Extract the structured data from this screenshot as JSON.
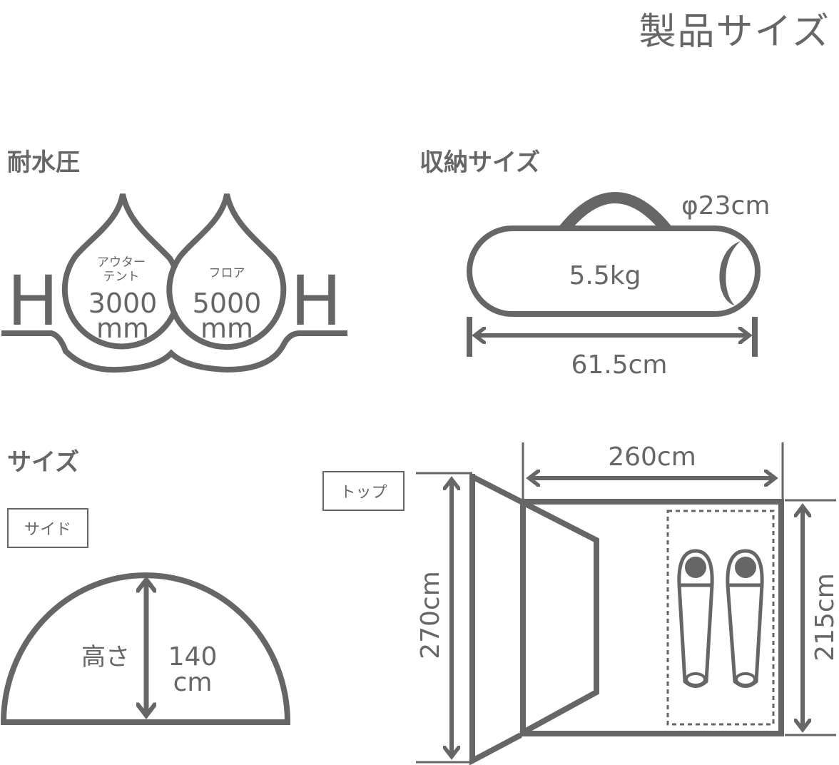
{
  "title": "製品サイズ",
  "water_pressure": {
    "heading": "耐水圧",
    "outer_label_1": "アウター",
    "outer_label_2": "テント",
    "outer_value": "3000",
    "outer_unit": "mm",
    "floor_label": "フロア",
    "floor_value": "5000",
    "floor_unit": "mm",
    "h_letter": "H"
  },
  "storage": {
    "heading": "収納サイズ",
    "diameter": "φ23cm",
    "weight": "5.5kg",
    "length": "61.5cm"
  },
  "size": {
    "heading": "サイズ",
    "side_label": "サイド",
    "top_label": "トップ",
    "height_label": "高さ",
    "height_value": "140",
    "height_unit": "cm",
    "width_inner": "260cm",
    "length_total": "270cm",
    "length_inner": "215cm"
  },
  "colors": {
    "line": "#666666"
  }
}
